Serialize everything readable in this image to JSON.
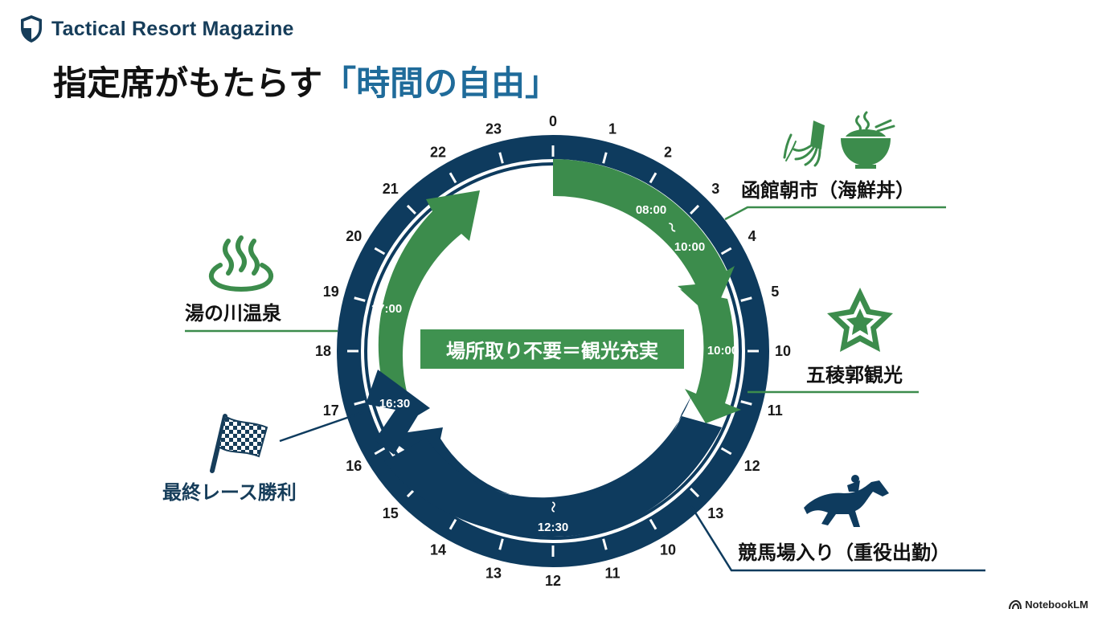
{
  "brand": {
    "name": "Tactical Resort Magazine"
  },
  "title": {
    "main": "指定席がもたらす",
    "accent": "「時間の自由」"
  },
  "clock": {
    "tick_labels": [
      "0",
      "1",
      "2",
      "3",
      "4",
      "5",
      "10",
      "11",
      "12",
      "13",
      "10",
      "11",
      "12",
      "13",
      "14",
      "15",
      "16",
      "17",
      "18",
      "19",
      "20",
      "21",
      "22",
      "23"
    ]
  },
  "center_banner": "場所取り不要＝観光充実",
  "arc_labels": {
    "morning_start": "08:00",
    "tilde_1": "〜",
    "morning_end": "10:00",
    "sightseeing": "10:00",
    "race_time": "12:30",
    "tilde_2": "〜",
    "win_time": "16:30",
    "evening": "17:00"
  },
  "events": {
    "morning_market": "函館朝市（海鮮丼）",
    "goryokaku": "五稜郭観光",
    "racecourse": "競馬場入り（重役出勤）",
    "final_race": "最終レース勝利",
    "onsen": "湯の川温泉"
  },
  "colors": {
    "navy": "#0e3b5e",
    "green": "#3c8c4c",
    "banner_green": "#3f9250",
    "brand_navy": "#163d5a",
    "title_accent": "#1f6b9a"
  },
  "icons": [
    "shield-icon",
    "squid-icon",
    "rice-bowl-icon",
    "star-icon",
    "hot-spring-icon",
    "checkered-flag-icon",
    "racehorse-icon",
    "notebooklm-icon"
  ],
  "footer": {
    "label": "NotebookLM"
  }
}
